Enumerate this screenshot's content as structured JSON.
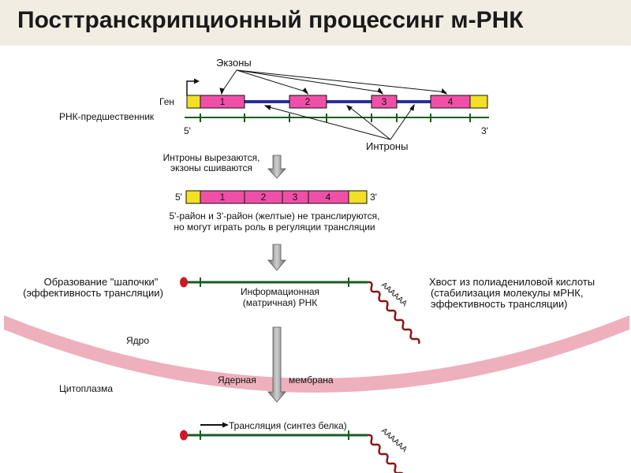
{
  "title": "Посттранскрипционный процессинг м-РНК",
  "labels": {
    "exons": "Экзоны",
    "gene": "Ген",
    "precursor": "РНК-предшественник",
    "introns": "Интроны",
    "five_prime": "5'",
    "three_prime": "3'",
    "step1_line1": "Интроны вырезаются,",
    "step1_line2": "экзоны сшиваются",
    "note_line1": "5'-район и 3'-район (желтые) не транслируются,",
    "note_line2": "но могут играть роль в регуляции трансляции",
    "cap_line1": "Образование \"шапочки\"",
    "cap_line2": "(эффективность трансляции)",
    "mrna_line1": "Информационная",
    "mrna_line2": "(матричная) РНК",
    "tail_line1": "Хвост из полиадениловой кислоты",
    "tail_line2": "(стабилизация молекулы мРНК,",
    "tail_line3": "эффективность трансляции)",
    "nucleus": "Ядро",
    "membrane_left": "Ядерная",
    "membrane_right": "мембрана",
    "cytoplasm": "Цитоплазма",
    "translation": "Трансляция (синтез белка)",
    "polya": "AAAAAA"
  },
  "exon_numbers": [
    "1",
    "2",
    "3",
    "4"
  ],
  "colors": {
    "exon": "#f04fa8",
    "utr": "#f2e025",
    "intron": "#2a2f9a",
    "rna": "#1a5c22",
    "cap": "#d0182a",
    "tail": "#8a1414",
    "membrane": "#eeb0bc",
    "arrow": "#9a9a9a"
  }
}
